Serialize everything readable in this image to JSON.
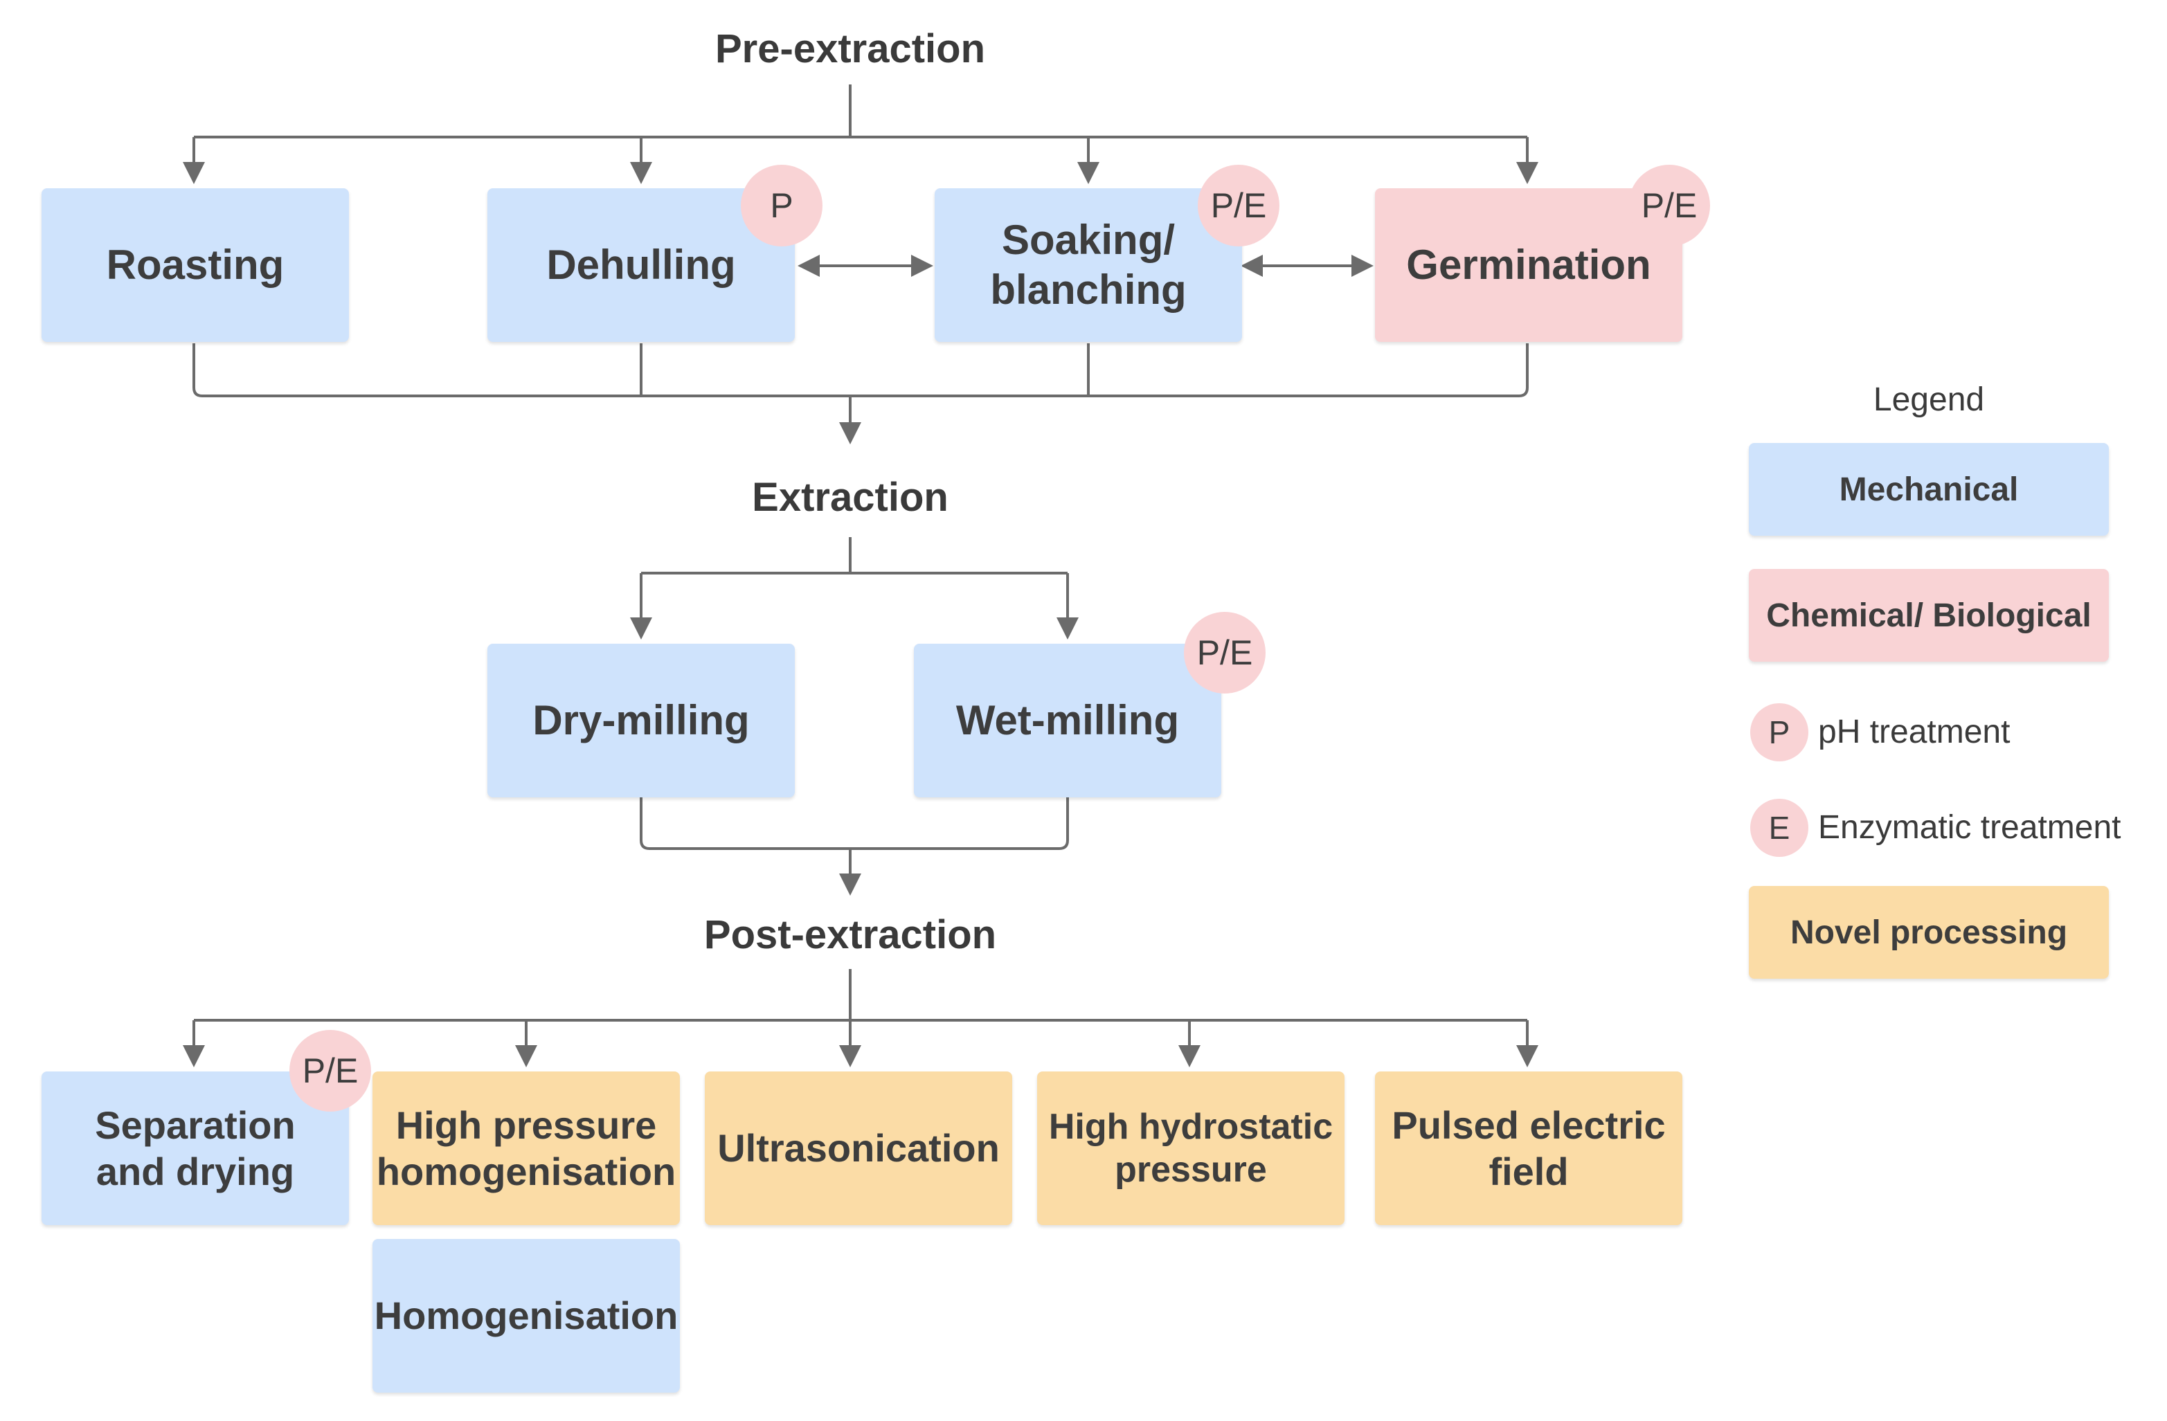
{
  "stages": {
    "pre_extraction": "Pre-extraction",
    "extraction": "Extraction",
    "post_extraction": "Post-extraction"
  },
  "pre_extraction_steps": [
    {
      "label": "Roasting",
      "category": "Mechanical"
    },
    {
      "label": "Dehulling",
      "category": "Mechanical",
      "badge": "P"
    },
    {
      "label": "Soaking/\nblanching",
      "category": "Mechanical",
      "badge": "P/E"
    },
    {
      "label": "Germination",
      "category": "Chemical/ Biological",
      "badge": "P/E"
    }
  ],
  "extraction_steps": [
    {
      "label": "Dry-milling",
      "category": "Mechanical"
    },
    {
      "label": "Wet-milling",
      "category": "Mechanical",
      "badge": "P/E"
    }
  ],
  "post_extraction_steps": [
    {
      "label": "Separation\nand drying",
      "category": "Mechanical",
      "badge": "P/E"
    },
    {
      "label": "High pressure\nhomogenisation",
      "category": "Novel processing"
    },
    {
      "label": "Homogenisation",
      "category": "Mechanical"
    },
    {
      "label": "Ultrasonication",
      "category": "Novel processing"
    },
    {
      "label": "High hydrostatic\npressure",
      "category": "Novel processing"
    },
    {
      "label": "Pulsed electric\nfield",
      "category": "Novel processing"
    }
  ],
  "legend": {
    "title": "Legend",
    "mechanical": "Mechanical",
    "chemical_biological": "Chemical/ Biological",
    "ph_symbol": "P",
    "ph_label": "pH treatment",
    "enzymatic_symbol": "E",
    "enzymatic_label": "Enzymatic treatment",
    "novel": "Novel processing"
  },
  "colors": {
    "mechanical": "#cfe3fc",
    "chemical_biological": "#f9d3d5",
    "novel_processing": "#fbdca6",
    "connector": "#6b6b6b"
  }
}
